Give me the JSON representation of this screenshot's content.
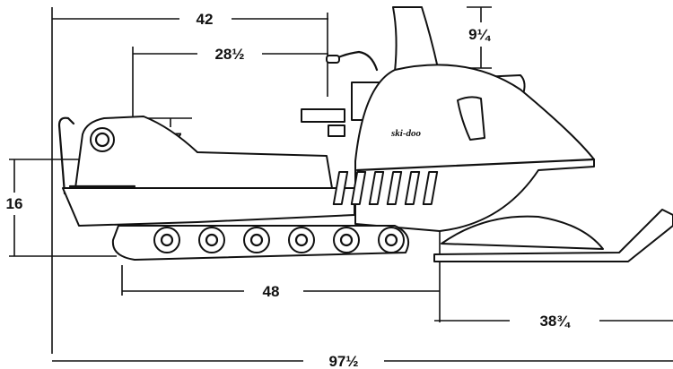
{
  "brand": "ski-doo",
  "dimensions": {
    "overall_length": "97½",
    "seat_to_front": "42",
    "seat_length": "28½",
    "seat_height_rise": "7",
    "handlebar_height": "9¼",
    "rear_height": "16",
    "track_length": "48",
    "ski_length": "38¾"
  }
}
